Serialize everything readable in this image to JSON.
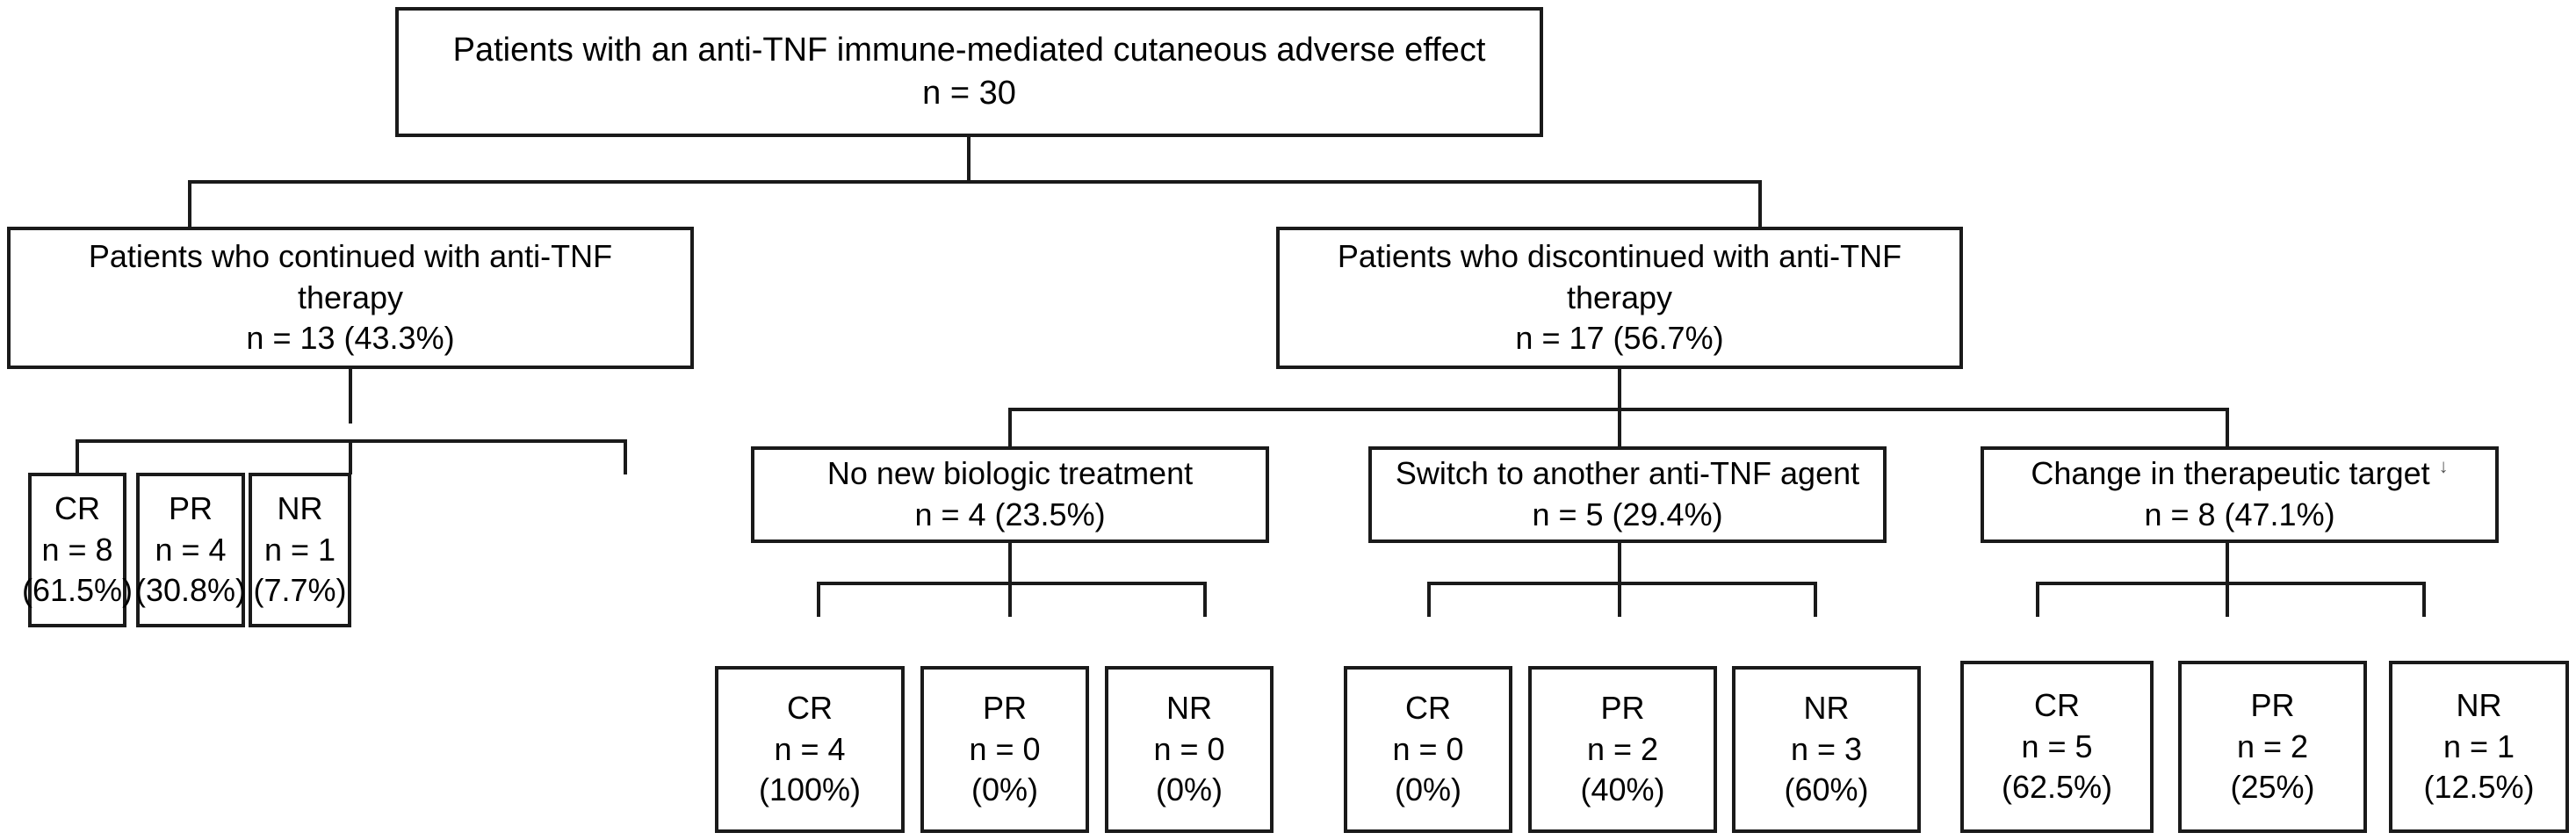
{
  "chart_data": {
    "type": "flowchart",
    "title": "Patients with an anti-TNF immune-mediated cutaneous adverse effect",
    "root_n": 30,
    "levels": 4
  },
  "root": {
    "line1": "Patients with an anti-TNF immune-mediated cutaneous adverse effect",
    "line2": "n = 30"
  },
  "level2": {
    "continued": {
      "line1": "Patients who continued with anti-TNF",
      "line2": "therapy",
      "line3": "n = 13 (43.3%)"
    },
    "discontinued": {
      "line1": "Patients who discontinued with anti-TNF",
      "line2": "therapy",
      "line3": "n = 17 (56.7%)"
    }
  },
  "continued_outcomes": [
    {
      "label": "CR",
      "n": "n = 8",
      "pct": "(61.5%)"
    },
    {
      "label": "PR",
      "n": "n = 4",
      "pct": "(30.8%)"
    },
    {
      "label": "NR",
      "n": "n = 1",
      "pct": "(7.7%)"
    }
  ],
  "strategies": [
    {
      "line1": "No new biologic treatment",
      "line2": "n = 4 (23.5%)",
      "marker": "",
      "outcomes": [
        {
          "label": "CR",
          "n": "n = 4",
          "pct": "(100%)"
        },
        {
          "label": "PR",
          "n": "n = 0",
          "pct": "(0%)"
        },
        {
          "label": "NR",
          "n": "n = 0",
          "pct": "(0%)"
        }
      ]
    },
    {
      "line1": "Switch to another anti-TNF agent",
      "line2": "n = 5 (29.4%)",
      "marker": "",
      "outcomes": [
        {
          "label": "CR",
          "n": "n = 0",
          "pct": "(0%)"
        },
        {
          "label": "PR",
          "n": "n = 2",
          "pct": "(40%)"
        },
        {
          "label": "NR",
          "n": "n = 3",
          "pct": "(60%)"
        }
      ]
    },
    {
      "line1": "Change in therapeutic target",
      "line2": "n = 8 (47.1%)",
      "marker": "↓",
      "outcomes": [
        {
          "label": "CR",
          "n": "n = 5",
          "pct": "(62.5%)"
        },
        {
          "label": "PR",
          "n": "n = 2",
          "pct": "(25%)"
        },
        {
          "label": "NR",
          "n": "n = 1",
          "pct": "(12.5%)"
        }
      ]
    }
  ],
  "colors": {
    "border": "#1a1a1a",
    "background": "#ffffff",
    "text": "#000000"
  }
}
